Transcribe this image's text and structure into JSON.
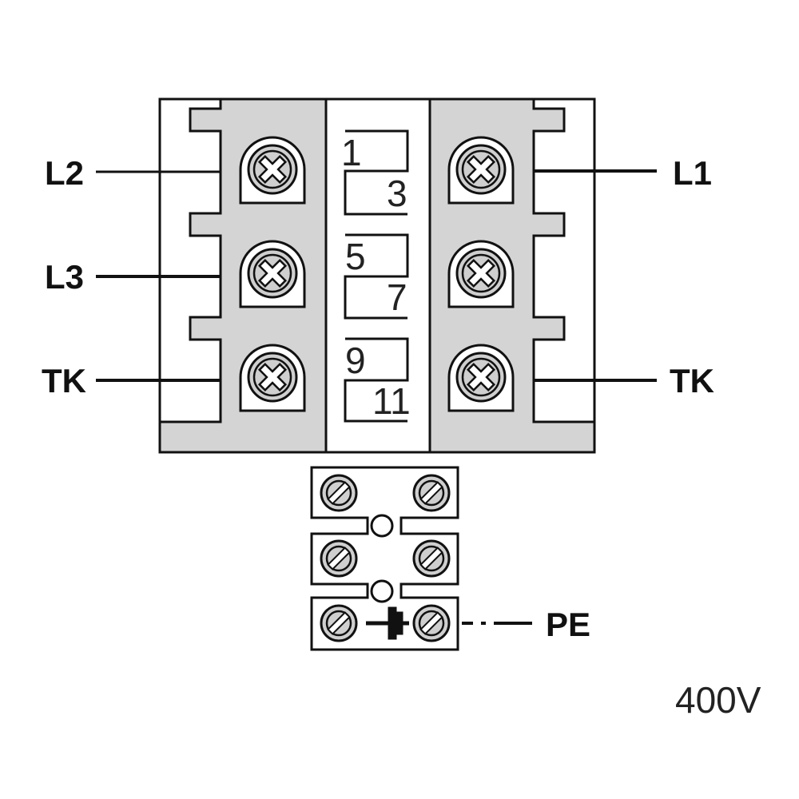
{
  "labels": {
    "left_top": "L2",
    "left_mid": "L3",
    "left_bot": "TK",
    "right_top": "L1",
    "right_bot": "TK",
    "pe": "PE",
    "voltage": "400V"
  },
  "center_numbers": [
    "1",
    "3",
    "5",
    "7",
    "9",
    "11"
  ],
  "colors": {
    "block_fill": "#d4d4d4",
    "line": "#111111",
    "screw_fill": "#cfcfcf"
  }
}
